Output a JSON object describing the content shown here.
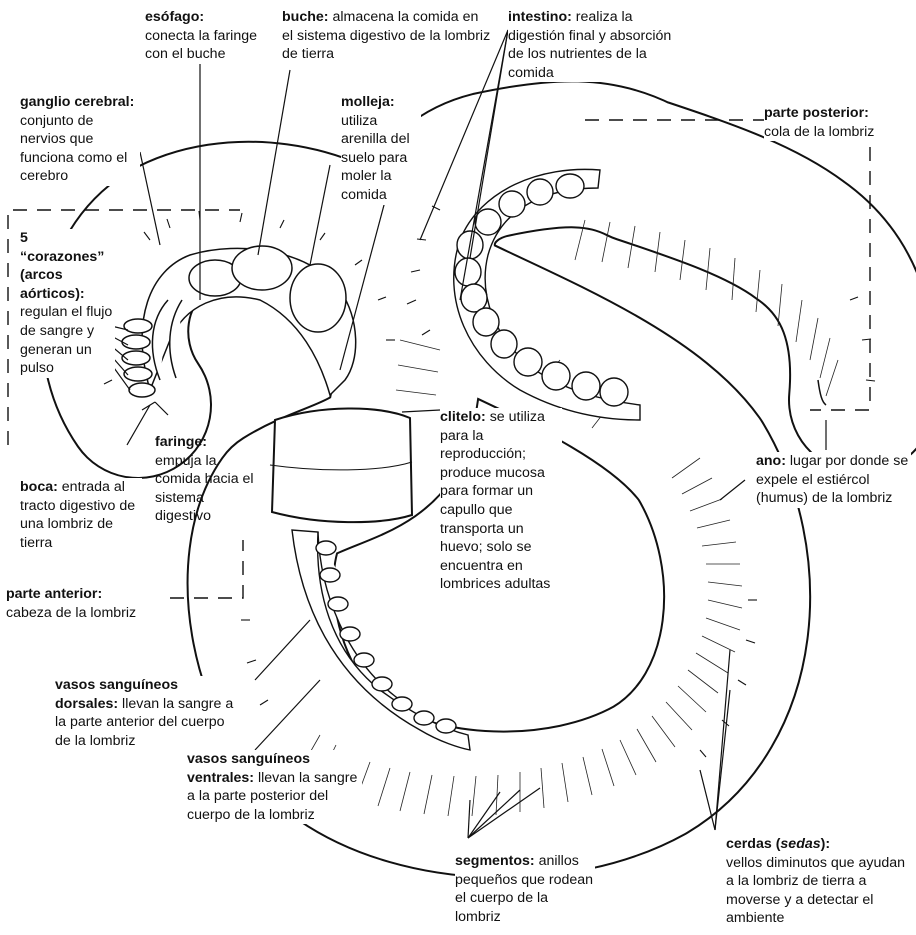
{
  "labels": {
    "esofago": {
      "term": "esófago:",
      "desc": "conecta la faringe con el buche"
    },
    "buche": {
      "term": "buche:",
      "desc": "almacena la comida en el sistema digestivo de la lombriz de tierra"
    },
    "intestino": {
      "term": "intestino:",
      "desc": "realiza la digestión final y absorción de los nutrientes de la comida"
    },
    "ganglio": {
      "term": "ganglio cerebral:",
      "desc": "conjunto de nervios que funciona como el cerebro"
    },
    "molleja": {
      "term": "molleja:",
      "desc": "utiliza arenilla del suelo para moler la comida"
    },
    "posterior": {
      "term": "parte posterior:",
      "desc": "cola de la lombriz"
    },
    "corazones": {
      "term": "5 “corazones” (arcos aórticos):",
      "desc": "regulan el flujo de sangre y generan un pulso"
    },
    "clitelo": {
      "term": "clitelo:",
      "desc": "se utiliza para la reproducción; produce mucosa para formar un capullo que transporta un huevo; solo se encuentra en lombrices adultas"
    },
    "faringe": {
      "term": "faringe:",
      "desc": "empuja la comida hacia el sistema digestivo"
    },
    "ano": {
      "term": "ano:",
      "desc": "lugar por donde se expele el estiércol (humus) de la lombriz"
    },
    "boca": {
      "term": "boca:",
      "desc": "entrada al tracto digestivo de una lombriz de tierra"
    },
    "anterior": {
      "term": "parte anterior:",
      "desc": "cabeza de la lombriz"
    },
    "dorsales": {
      "term": "vasos sanguíneos dorsales:",
      "desc": "llevan la sangre a la parte anterior del cuerpo de la lombriz"
    },
    "ventrales": {
      "term": "vasos sanguíneos ventrales:",
      "desc": "llevan la sangre a la parte posterior del cuerpo de la lombriz"
    },
    "cerdas": {
      "term_a": "cerdas (",
      "term_italic": "sedas",
      "term_b": "):",
      "desc": "vellos diminutos que ayudan a la lombriz de tierra a moverse y a detectar el ambiente"
    },
    "segmentos": {
      "term": "segmentos:",
      "desc": "anillos pequeños que rodean el cuerpo de la lombriz"
    }
  }
}
